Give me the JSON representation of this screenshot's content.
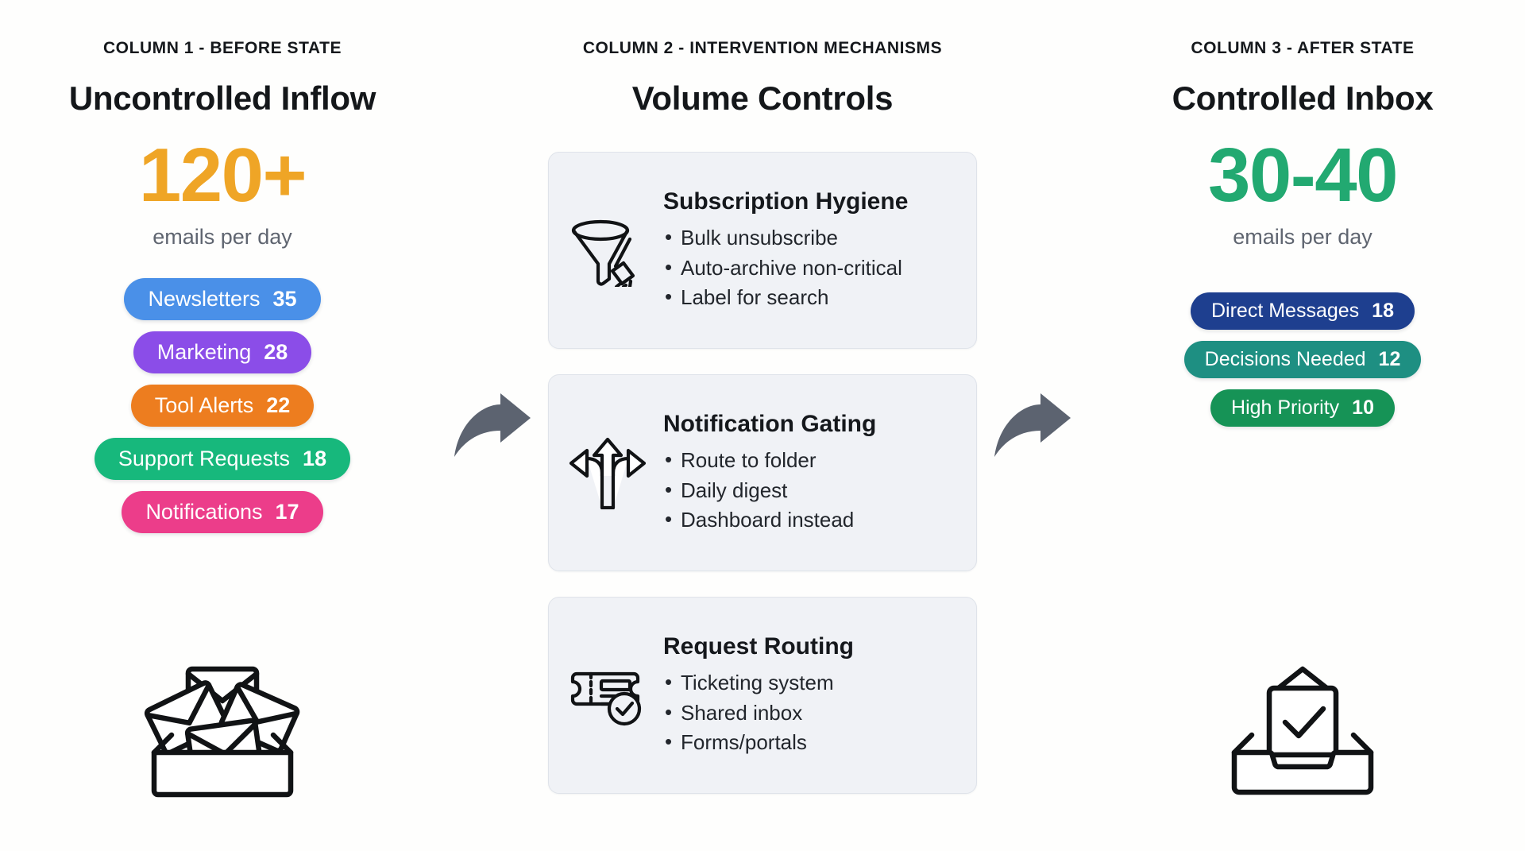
{
  "diagram": {
    "title_implicit": "Email Volume Control Flow",
    "background": "#FEFEFD"
  },
  "columns": [
    {
      "id": "before",
      "eyebrow": "COLUMN 1 - BEFORE STATE",
      "title": "Uncontrolled Inflow",
      "stat_value": "120+",
      "stat_color": "#EFA526",
      "stat_sub": "emails per day",
      "icon": "overflowing-inbox-icon",
      "pills": [
        {
          "label": "Newsletters",
          "value": "35",
          "color": "#4A90E8"
        },
        {
          "label": "Marketing",
          "value": "28",
          "color": "#8B4DE8"
        },
        {
          "label": "Tool Alerts",
          "value": "22",
          "color": "#ED7D1F"
        },
        {
          "label": "Support Requests",
          "value": "18",
          "color": "#17B87C"
        },
        {
          "label": "Notifications",
          "value": "17",
          "color": "#EC3D8A"
        }
      ]
    },
    {
      "id": "after",
      "eyebrow": "COLUMN 3 - AFTER STATE",
      "title": "Controlled Inbox",
      "stat_value": "30-40",
      "stat_color": "#22A971",
      "stat_sub": "emails per day",
      "icon": "tidy-inbox-check-icon",
      "pills": [
        {
          "label": "Direct Messages",
          "value": "18",
          "color": "#1E3F8F"
        },
        {
          "label": "Decisions Needed",
          "value": "12",
          "color": "#1E8F82"
        },
        {
          "label": "High Priority",
          "value": "10",
          "color": "#169356"
        }
      ]
    }
  ],
  "middle": {
    "eyebrow": "COLUMN 2 - INTERVENTION MECHANISMS",
    "title": "Volume Controls",
    "cards": [
      {
        "icon": "funnel-broom-icon",
        "title": "Subscription Hygiene",
        "items": [
          "Bulk unsubscribe",
          "Auto-archive non-critical",
          "Label for search"
        ]
      },
      {
        "icon": "three-way-arrow-icon",
        "title": "Notification Gating",
        "items": [
          "Route to folder",
          "Daily digest",
          "Dashboard instead"
        ]
      },
      {
        "icon": "ticket-check-icon",
        "title": "Request Routing",
        "items": [
          "Ticketing system",
          "Shared inbox",
          "Forms/portals"
        ]
      }
    ]
  },
  "connectors": [
    {
      "id": "arrow-before-to-controls",
      "icon": "curved-arrow-right-icon",
      "color": "#5C6370"
    },
    {
      "id": "arrow-controls-to-after",
      "icon": "curved-arrow-right-icon",
      "color": "#5C6370"
    }
  ]
}
